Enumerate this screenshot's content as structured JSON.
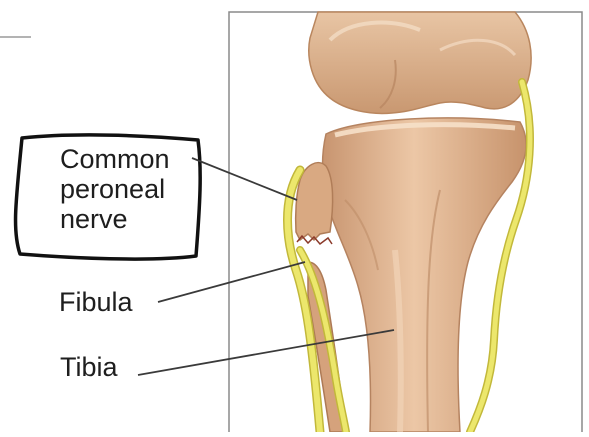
{
  "labels": {
    "nerve": [
      "Common",
      "peroneal",
      "nerve"
    ],
    "fibula": "Fibula",
    "tibia": "Tibia"
  },
  "colors": {
    "bone": "#e2b894",
    "bone_shadow": "#c18a62",
    "bone_highlight": "#f5dcc3",
    "nerve": "#e9e468",
    "nerve_outline": "#c2b83a",
    "leader_line": "#3a3a3a",
    "callout_border": "#111111",
    "frame": "#8a8a8a"
  }
}
